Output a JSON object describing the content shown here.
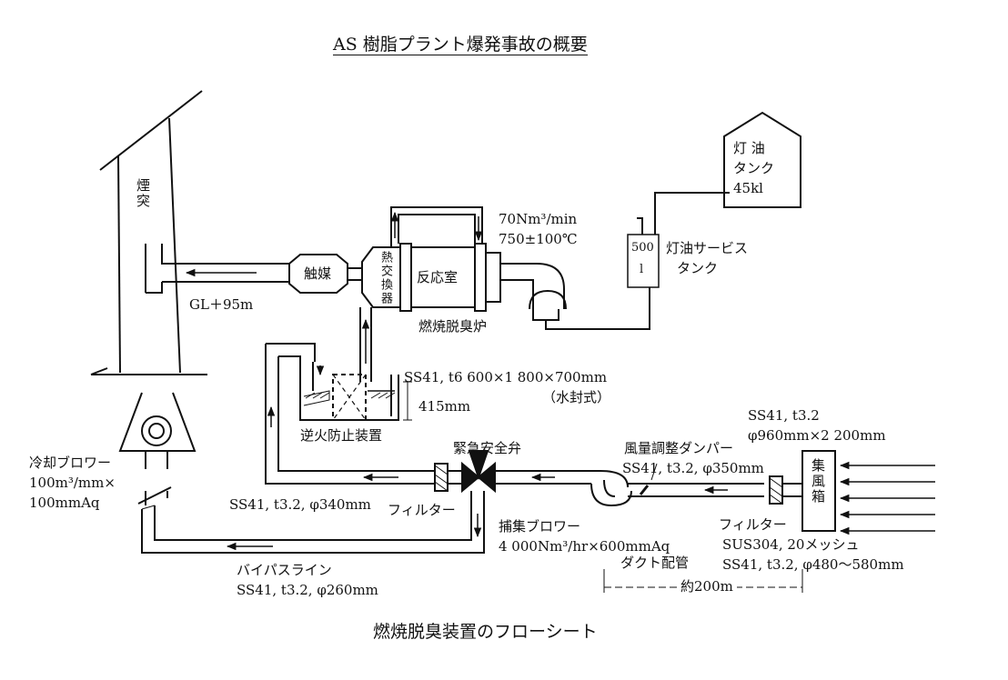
{
  "title": "AS 樹脂プラント爆発事故の概要",
  "caption": "燃焼脱臭装置のフローシート",
  "chimney": "煙突",
  "gl_label": "GL＋95m",
  "catalyst": "触媒",
  "heat_exchanger": "熱交換器",
  "reaction_chamber": "反応室",
  "combustion_furnace": "燃焼脱臭炉",
  "flow_rate": "70Nm³/min",
  "temperature": "750±100℃",
  "kerosene_tank": "灯油タンク45kl",
  "kerosene_tank_lines": [
    "灯 油",
    "タンク",
    "45kl"
  ],
  "service_tank_capacity": "500",
  "service_tank_unit": "l",
  "service_tank_label": [
    "灯油サービス",
    "タンク"
  ],
  "flashback_spec": "SS41, t6  600×1 800×700mm",
  "flashback_type": "（水封式）",
  "seal_depth": "415mm",
  "flashback_device": "逆火防止装置",
  "cooling_blower": [
    "冷却ブロワー",
    "100m³/mm×",
    "100mmAq"
  ],
  "emergency_valve": "緊急安全弁",
  "return_line_spec": "SS41, t3.2, φ340mm",
  "filter": "フィルター",
  "collection_blower": [
    "捕集ブロワー",
    "4 000Nm³/hr×600mmAq"
  ],
  "damper": [
    "風量調整ダンパー",
    "SS41, t3.2, φ350mm"
  ],
  "collection_box_spec": [
    "SS41, t3.2",
    "φ960mm×2 200mm"
  ],
  "collection_box": "集風箱",
  "filter_mesh": "SUS304, 20メッシュ",
  "duct_label": "ダクト配管",
  "duct_spec": "SS41, t3.2, φ480～580mm",
  "duct_length": "約200m",
  "bypass_line": [
    "バイパスライン",
    "SS41, t3.2, φ260mm"
  ]
}
